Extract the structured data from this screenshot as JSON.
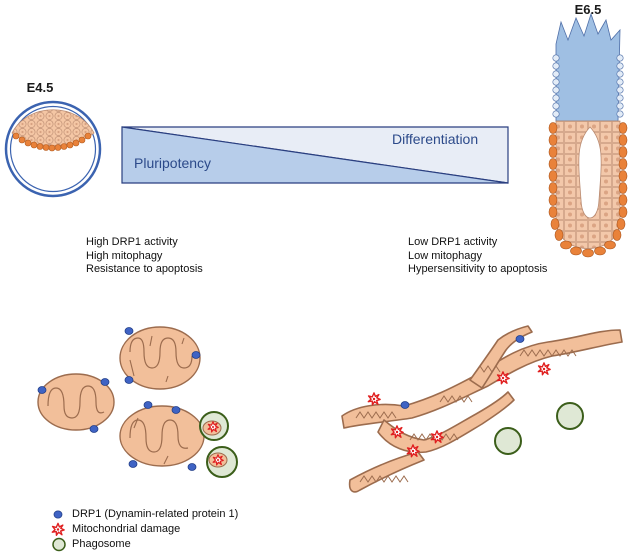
{
  "stages": {
    "early": "E4.5",
    "late": "E6.5"
  },
  "gradient": {
    "top_label": "Differentiation",
    "bottom_label": "Pluripotency"
  },
  "early_features": [
    "High DRP1 activity",
    "High mitophagy",
    "Resistance to apoptosis"
  ],
  "late_features": [
    "Low DRP1 activity",
    "Low mitophagy",
    "Hypersensitivity to apoptosis"
  ],
  "legend": [
    {
      "label": "DRP1 (Dynamin-related protein 1)",
      "icon": "drp1-dot-icon"
    },
    {
      "label": "Mitochondrial damage",
      "icon": "damage-star-icon"
    },
    {
      "label": "Phagosome",
      "icon": "phagosome-icon"
    }
  ],
  "colors": {
    "epiblast_blue": "#9fbfe3",
    "cell_peach": "#f4c6a4",
    "orange": "#e9823a",
    "drp1": "#3f63c4",
    "damage": "#e02020",
    "phagosome_fill": "#dfe8d5",
    "phagosome_stroke": "#3b5e1a"
  }
}
